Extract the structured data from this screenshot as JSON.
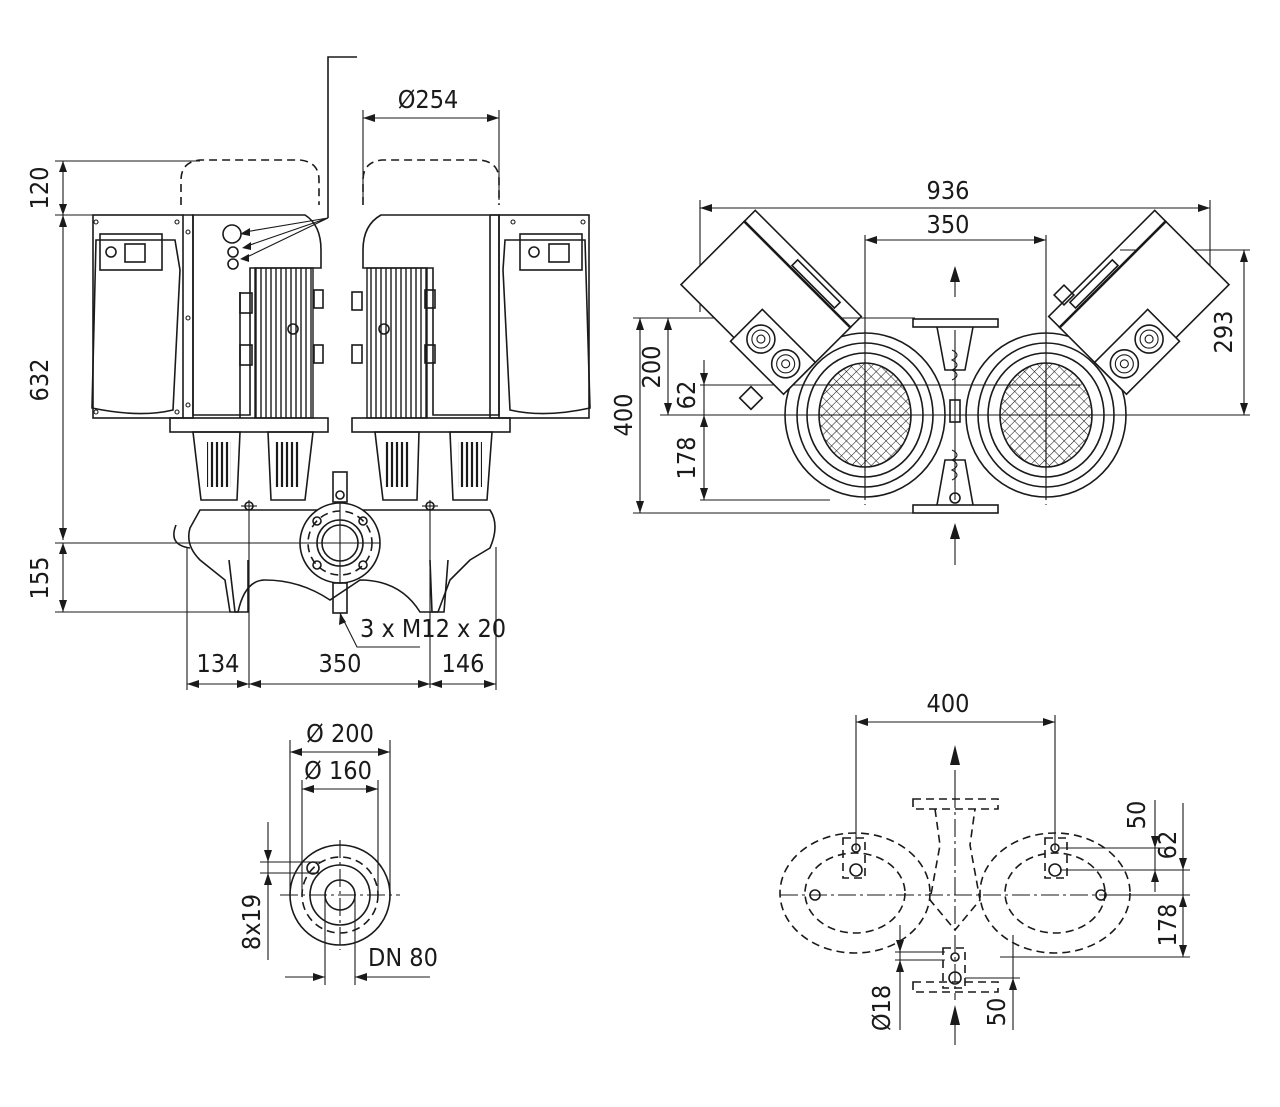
{
  "drawing": {
    "title": "Twin pump dimension drawing",
    "line_color": "#1a1a1a",
    "background": "#ffffff"
  },
  "front_view": {
    "dimensions": {
      "motor_removal_height": "120",
      "motor_diameter": "Ø254",
      "motor_height": "632",
      "pipe_center_height": "155",
      "left_offset": "134",
      "foot_spacing": "350",
      "right_offset": "146",
      "mounting_thread": "3 x M12 x 20"
    }
  },
  "top_view": {
    "dimensions": {
      "overall_width": "936",
      "axis_spacing": "350",
      "overall_depth": "400",
      "inlet_to_axis": "200",
      "axis_offset": "62",
      "axis_to_outlet": "178",
      "module_depth": "293"
    }
  },
  "flange_view": {
    "dimensions": {
      "flange_outer_diameter": "Ø 200",
      "bolt_circle_diameter": "Ø 160",
      "bolt_holes": "8x19",
      "nominal_diameter": "DN 80"
    }
  },
  "base_view": {
    "dimensions": {
      "foot_spacing": "400",
      "hole_offset_top": "50",
      "axis_offset": "62",
      "axis_to_foot": "178",
      "hole_diameter": "Ø18",
      "hole_offset_bottom": "50"
    }
  }
}
